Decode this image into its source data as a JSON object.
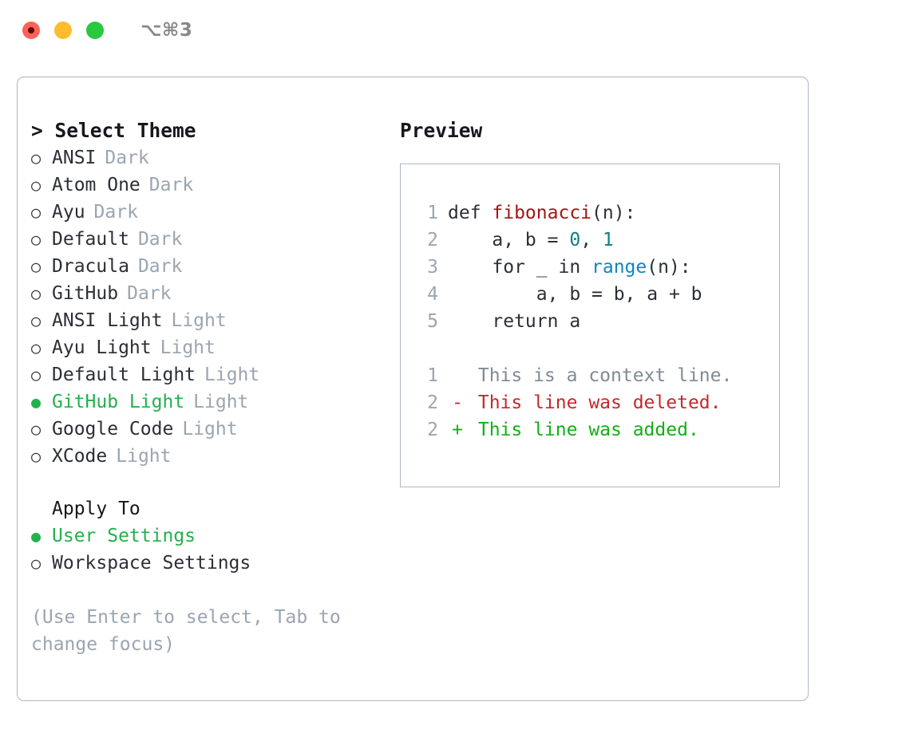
{
  "titlebar": {
    "shortcut": "⌥⌘3",
    "lights": [
      {
        "name": "close",
        "color": "#ff6159"
      },
      {
        "name": "minimize",
        "color": "#ffbd2e"
      },
      {
        "name": "maximize",
        "color": "#28c840"
      }
    ]
  },
  "left": {
    "heading": "> Select Theme",
    "bullet_selected": "●",
    "bullet_unselected": "○",
    "themes": [
      {
        "label": "ANSI",
        "kind": "Dark",
        "selected": false
      },
      {
        "label": "Atom One",
        "kind": "Dark",
        "selected": false
      },
      {
        "label": "Ayu",
        "kind": "Dark",
        "selected": false
      },
      {
        "label": "Default",
        "kind": "Dark",
        "selected": false
      },
      {
        "label": "Dracula",
        "kind": "Dark",
        "selected": false
      },
      {
        "label": "GitHub",
        "kind": "Dark",
        "selected": false
      },
      {
        "label": "ANSI Light",
        "kind": "Light",
        "selected": false
      },
      {
        "label": "Ayu Light",
        "kind": "Light",
        "selected": false
      },
      {
        "label": "Default Light",
        "kind": "Light",
        "selected": false
      },
      {
        "label": "GitHub Light",
        "kind": "Light",
        "selected": true
      },
      {
        "label": "Google Code",
        "kind": "Light",
        "selected": false
      },
      {
        "label": "XCode",
        "kind": "Light",
        "selected": false
      }
    ],
    "apply_to_heading": "Apply To",
    "apply_to": [
      {
        "label": "User Settings",
        "selected": true
      },
      {
        "label": "Workspace Settings",
        "selected": false
      }
    ],
    "hint": "(Use Enter to select, Tab to change focus)"
  },
  "right": {
    "title": "Preview",
    "code_lines": [
      {
        "number": "1",
        "spans": [
          {
            "text": "def ",
            "type": "plain"
          },
          {
            "text": "fibonacci",
            "type": "fn"
          },
          {
            "text": "(n):",
            "type": "plain"
          }
        ]
      },
      {
        "number": "2",
        "spans": [
          {
            "text": "    a, b = ",
            "type": "plain"
          },
          {
            "text": "0",
            "type": "num"
          },
          {
            "text": ", ",
            "type": "plain"
          },
          {
            "text": "1",
            "type": "num"
          }
        ]
      },
      {
        "number": "3",
        "spans": [
          {
            "text": "    for _ in ",
            "type": "plain"
          },
          {
            "text": "range",
            "type": "builtin"
          },
          {
            "text": "(n):",
            "type": "plain"
          }
        ]
      },
      {
        "number": "4",
        "spans": [
          {
            "text": "        a, b = b, a + b",
            "type": "plain"
          }
        ]
      },
      {
        "number": "5",
        "spans": [
          {
            "text": "    return a",
            "type": "plain"
          }
        ]
      }
    ],
    "diff_lines": [
      {
        "number": "1",
        "marker": " ",
        "text": " This is a context line.",
        "kind": "context"
      },
      {
        "number": "2",
        "marker": "-",
        "text": " This line was deleted.",
        "kind": "del"
      },
      {
        "number": "2",
        "marker": "+",
        "text": " This line was added.",
        "kind": "add"
      }
    ]
  },
  "colors": {
    "accent_green": "#22b14c",
    "muted": "#9aa5b1",
    "border": "#aeb6c4",
    "text": "#2b2f36",
    "diff_add": "#13b015",
    "diff_del": "#c8282a",
    "syntax_fn": "#a31515",
    "syntax_num": "#0c8080",
    "syntax_builtin": "#1184c4"
  }
}
